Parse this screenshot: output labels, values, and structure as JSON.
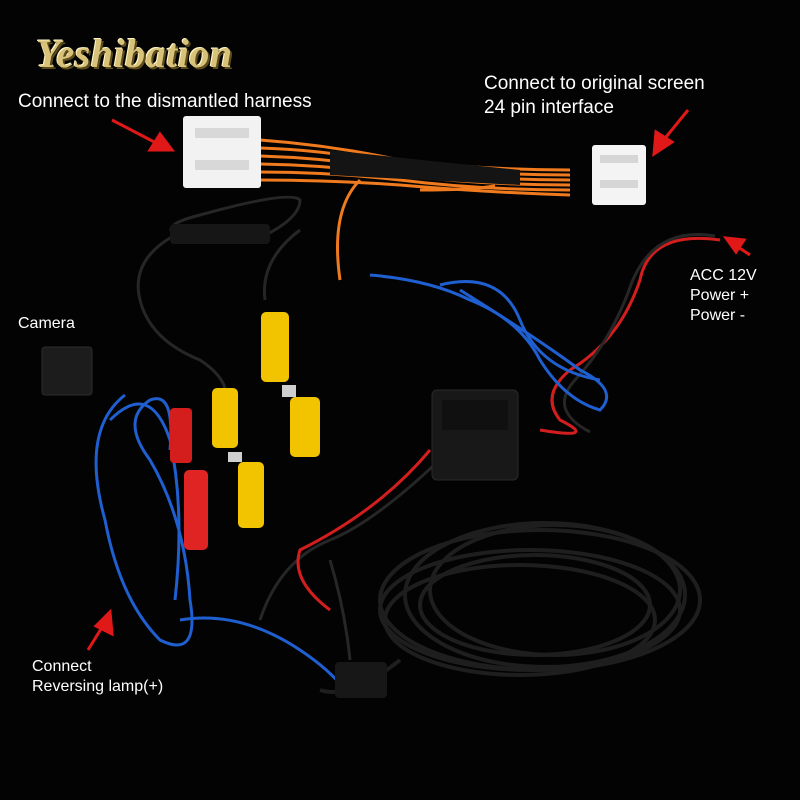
{
  "brand": {
    "watermark": "Yeshibation"
  },
  "labels": {
    "dismantled_harness": "Connect to the dismantled harness",
    "original_screen_line1": "Connect to original screen",
    "original_screen_line2": "24 pin interface",
    "camera": "Camera",
    "acc_line1": "ACC 12V",
    "acc_line2": "Power +",
    "acc_line3": "Power -",
    "reversing_line1": "Connect",
    "reversing_line2": "Reversing lamp(+)"
  },
  "colors": {
    "background": "#030303",
    "label_text": "#ffffff",
    "arrow": "#e01818",
    "orange_wire": "#f07a1e",
    "blue_wire": "#1f5fd0",
    "red_wire": "#d41e1e",
    "rca_yellow": "#f2c400",
    "connector_white": "#f2f2f2",
    "black_cable": "#1a1a1a"
  }
}
